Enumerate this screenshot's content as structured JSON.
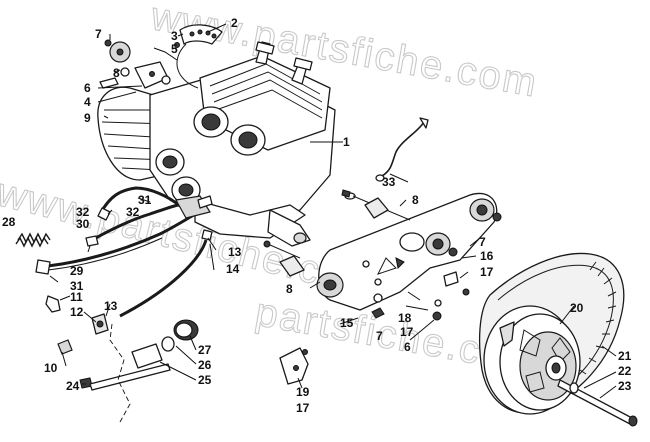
{
  "watermark": {
    "text_top": "www.partsfiche.com",
    "text_mid": "partsfiche.com",
    "text_left": "www.partsfiche.com"
  },
  "callouts": {
    "c1": "1",
    "c2": "2",
    "c3": "3",
    "c4": "4",
    "c5": "5",
    "c6a": "6",
    "c6b": "6",
    "c7a": "7",
    "c7b": "7",
    "c7c": "7",
    "c8a": "8",
    "c8b": "8",
    "c8c": "8",
    "c9": "9",
    "c10": "10",
    "c11": "11",
    "c12": "12",
    "c13a": "13",
    "c13b": "13",
    "c14": "14",
    "c15": "15",
    "c16": "16",
    "c17a": "17",
    "c17b": "17",
    "c17c": "17",
    "c18": "18",
    "c19": "19",
    "c20": "20",
    "c21": "21",
    "c22": "22",
    "c23": "23",
    "c24": "24",
    "c25": "25",
    "c26": "26",
    "c27": "27",
    "c28": "28",
    "c29": "29",
    "c30": "30",
    "c31a": "31",
    "c31b": "31",
    "c32a": "32",
    "c32b": "32",
    "c33": "33"
  },
  "icons": [
    "engine-block",
    "starter-rope-handle",
    "drive-clutch",
    "drive-belt",
    "engine-plate",
    "oil-hose",
    "spring"
  ]
}
